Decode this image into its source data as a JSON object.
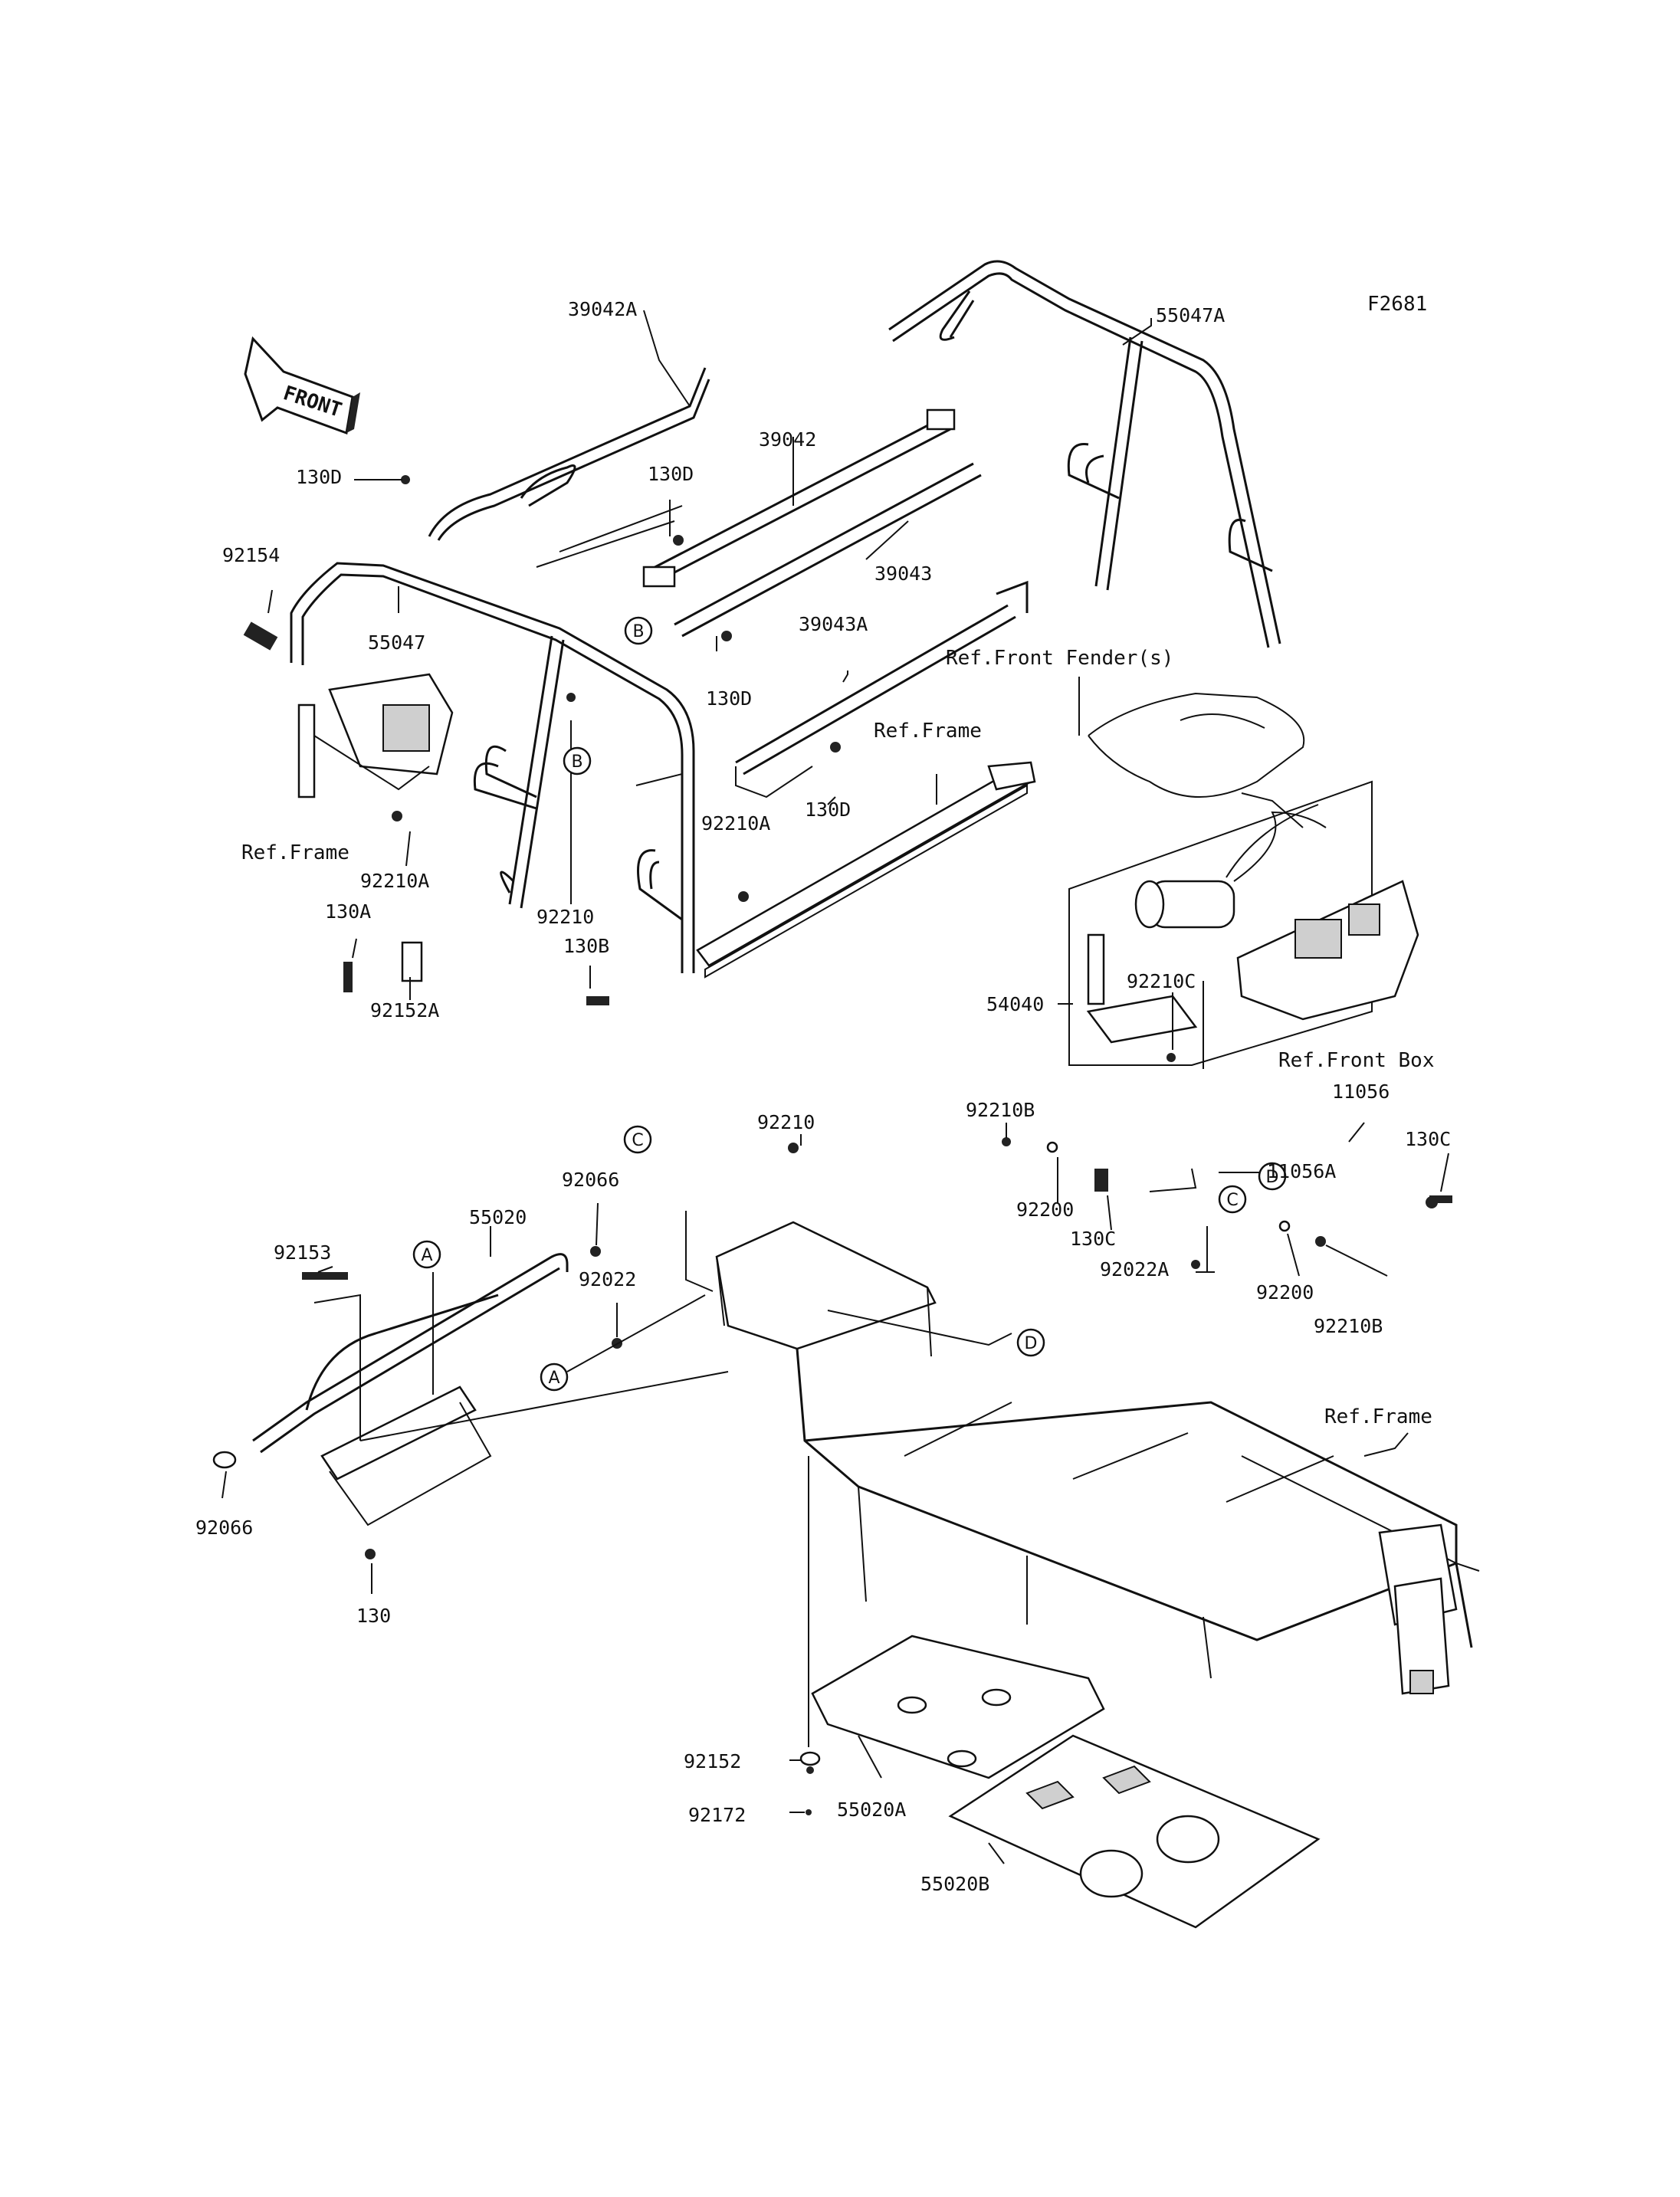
{
  "figure_code": "F2681",
  "front_arrow": {
    "text": "FRONT"
  },
  "part_labels": [
    {
      "id": "p39042A",
      "text": "39042A"
    },
    {
      "id": "p55047A",
      "text": "55047A"
    },
    {
      "id": "p130D_1",
      "text": "130D"
    },
    {
      "id": "p39042",
      "text": "39042"
    },
    {
      "id": "p130D_2",
      "text": "130D"
    },
    {
      "id": "p39043",
      "text": "39043"
    },
    {
      "id": "p92154",
      "text": "92154"
    },
    {
      "id": "p55047",
      "text": "55047"
    },
    {
      "id": "p130D_3",
      "text": "130D"
    },
    {
      "id": "p39043A",
      "text": "39043A"
    },
    {
      "id": "pRefFender",
      "text": "Ref.Front Fender(s)"
    },
    {
      "id": "pRefFrame1",
      "text": "Ref.Frame"
    },
    {
      "id": "pRefFrame2",
      "text": "Ref.Frame"
    },
    {
      "id": "p130D_4",
      "text": "130D"
    },
    {
      "id": "p92210A_1",
      "text": "92210A"
    },
    {
      "id": "p92210A_2",
      "text": "92210A"
    },
    {
      "id": "p130A",
      "text": "130A"
    },
    {
      "id": "p92210_1",
      "text": "92210"
    },
    {
      "id": "p130B",
      "text": "130B"
    },
    {
      "id": "p92152A",
      "text": "92152A"
    },
    {
      "id": "p54040",
      "text": "54040"
    },
    {
      "id": "p92210C",
      "text": "92210C"
    },
    {
      "id": "pRefFrontBox",
      "text": "Ref.Front Box"
    },
    {
      "id": "p11056",
      "text": "11056"
    },
    {
      "id": "p92210_2",
      "text": "92210"
    },
    {
      "id": "p92210B_1",
      "text": "92210B"
    },
    {
      "id": "p11056A",
      "text": "11056A"
    },
    {
      "id": "p130C_1",
      "text": "130C"
    },
    {
      "id": "p92066_1",
      "text": "92066"
    },
    {
      "id": "p92200_1",
      "text": "92200"
    },
    {
      "id": "p55020",
      "text": "55020"
    },
    {
      "id": "p130C_2",
      "text": "130C"
    },
    {
      "id": "p92153",
      "text": "92153"
    },
    {
      "id": "p92022",
      "text": "92022"
    },
    {
      "id": "p92022A",
      "text": "92022A"
    },
    {
      "id": "p92200_2",
      "text": "92200"
    },
    {
      "id": "p92210B_2",
      "text": "92210B"
    },
    {
      "id": "pRefFrame3",
      "text": "Ref.Frame"
    },
    {
      "id": "p92066_2",
      "text": "92066"
    },
    {
      "id": "p130",
      "text": "130"
    },
    {
      "id": "p92152",
      "text": "92152"
    },
    {
      "id": "p55020A",
      "text": "55020A"
    },
    {
      "id": "p92172",
      "text": "92172"
    },
    {
      "id": "p55020B",
      "text": "55020B"
    }
  ],
  "callouts": [
    {
      "id": "cB1",
      "text": "B"
    },
    {
      "id": "cB2",
      "text": "B"
    },
    {
      "id": "cC1",
      "text": "C"
    },
    {
      "id": "cA1",
      "text": "A"
    },
    {
      "id": "cA2",
      "text": "A"
    },
    {
      "id": "cD1",
      "text": "D"
    },
    {
      "id": "cD2",
      "text": "D"
    },
    {
      "id": "cC2",
      "text": "C"
    }
  ]
}
